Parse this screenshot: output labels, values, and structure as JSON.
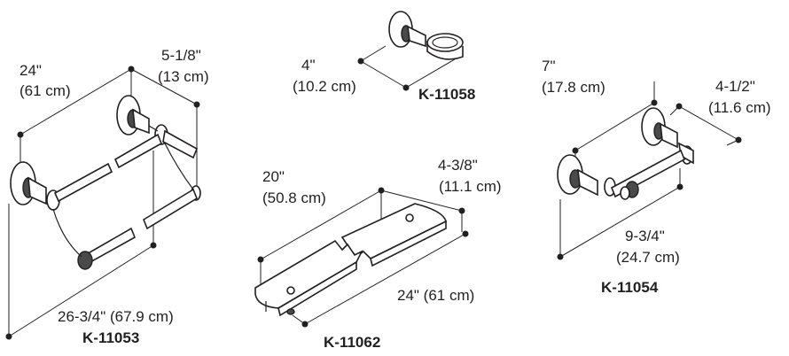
{
  "products": [
    {
      "model": "K-11053",
      "dims": {
        "length": "24\"",
        "length_cm": "(61 cm)",
        "depth": "5-1/8\"",
        "depth_cm": "(13 cm)",
        "overall": "26-3/4\" (67.9 cm)"
      }
    },
    {
      "model": "K-11058",
      "dims": {
        "depth": "4\"",
        "depth_cm": "(10.2 cm)"
      }
    },
    {
      "model": "K-11062",
      "dims": {
        "length": "20\"",
        "length_cm": "(50.8 cm)",
        "depth": "4-3/8\"",
        "depth_cm": "(11.1 cm)",
        "overall": "24\" (61 cm)"
      }
    },
    {
      "model": "K-11054",
      "dims": {
        "height": "7\"",
        "height_cm": "(17.8 cm)",
        "depth": "4-1/2\"",
        "depth_cm": "(11.6 cm)",
        "length": "9-3/4\"",
        "length_cm": "(24.7 cm)"
      }
    }
  ]
}
